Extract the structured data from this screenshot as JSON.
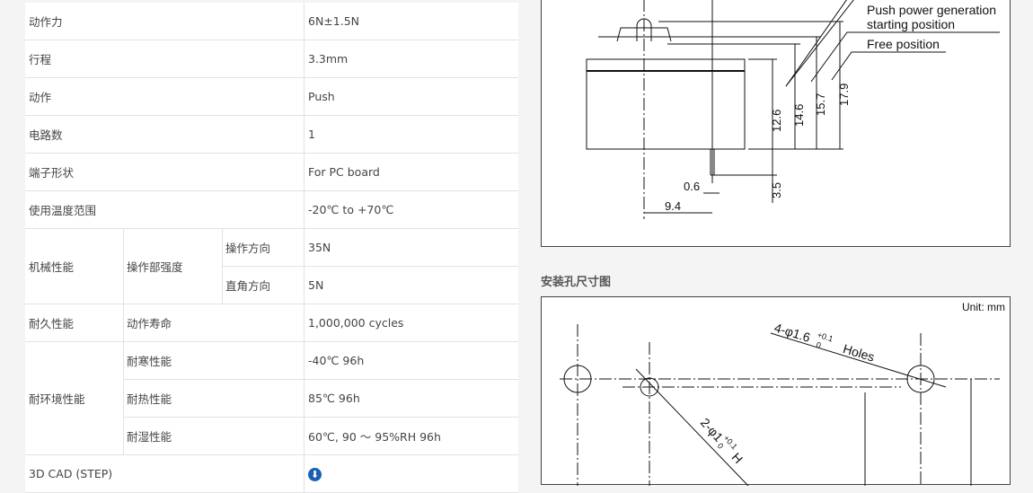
{
  "spec_table": {
    "rows": [
      {
        "label": "动作力",
        "value": "6N±1.5N"
      },
      {
        "label": "行程",
        "value": "3.3mm"
      },
      {
        "label": "动作",
        "value": "Push"
      },
      {
        "label": "电路数",
        "value": "1"
      },
      {
        "label": "端子形状",
        "value": "For PC board"
      },
      {
        "label": "使用温度范围",
        "value": "-20℃ to +70℃"
      }
    ],
    "mech": {
      "label": "机械性能",
      "sub": "操作部强度",
      "items": [
        {
          "label": "操作方向",
          "value": "35N"
        },
        {
          "label": "直角方向",
          "value": "5N"
        }
      ]
    },
    "durability": {
      "label": "耐久性能",
      "sub": "动作寿命",
      "value": "1,000,000 cycles"
    },
    "env": {
      "label": "耐环境性能",
      "items": [
        {
          "label": "耐寒性能",
          "value": "-40℃ 96h"
        },
        {
          "label": "耐热性能",
          "value": "85℃ 96h"
        },
        {
          "label": "耐湿性能",
          "value": "60℃, 90 ～ 95%RH 96h"
        }
      ]
    },
    "cad": {
      "label": "3D CAD (STEP)"
    }
  },
  "drawing1": {
    "labels": [
      "Push power generation",
      "starting position",
      "Free position"
    ],
    "dims": [
      "12.6",
      "14.6",
      "15.7",
      "17.9",
      "3.5",
      "0.6",
      "9.4"
    ]
  },
  "drawing2": {
    "heading": "安装孔尺寸图",
    "unit": "Unit: mm",
    "holes": "4-φ1.6",
    "tol": "+0.1",
    "tol0": "0",
    "holes_word": "Holes",
    "holes2": "2-φ1",
    "h2": "H"
  }
}
